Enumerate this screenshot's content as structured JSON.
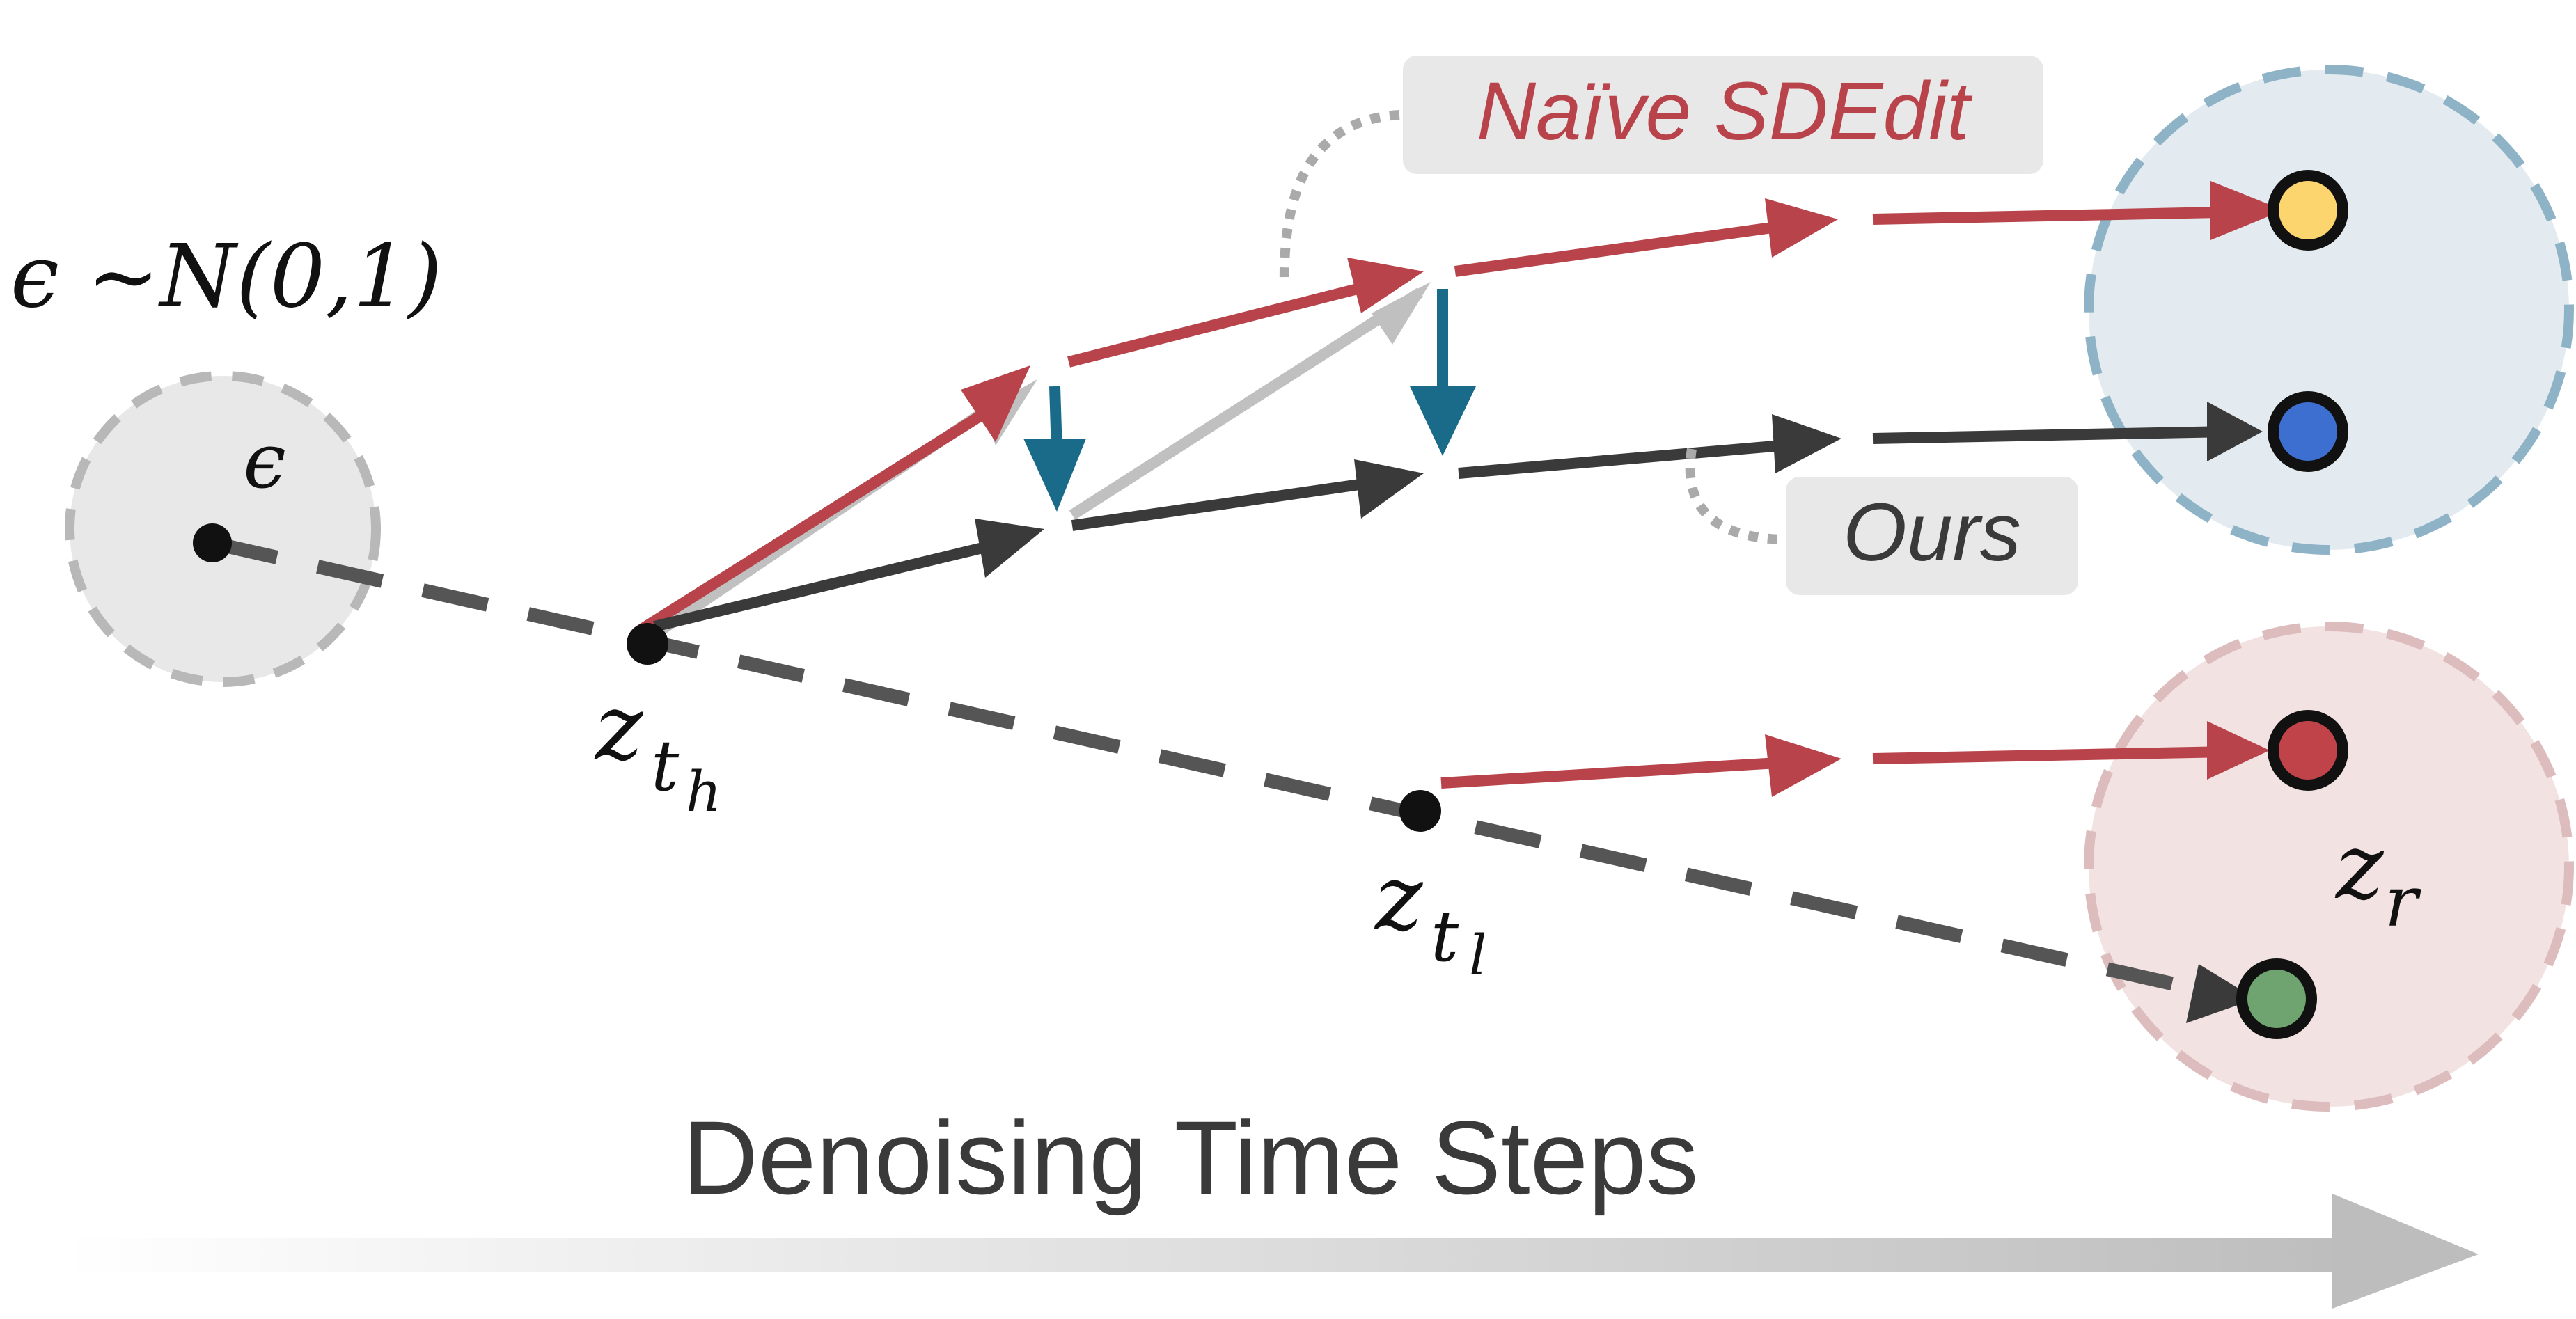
{
  "labels": {
    "noise_distribution": "ϵ ∼N(0,1)",
    "epsilon": "ϵ",
    "z_th_base": "z",
    "z_th_sub": "t",
    "z_th_subsub": "h",
    "z_tl_base": "z",
    "z_tl_sub": "t",
    "z_tl_subsub": "l",
    "z_r_base": "z",
    "z_r_sub": "r",
    "naive_sdedit": "Naïve SDEdit",
    "ours": "Ours",
    "axis_title": "Denoising Time Steps"
  },
  "colors": {
    "red_path": "#b8434a",
    "dark_path": "#3a3a3a",
    "gray_path": "#c0c0c0",
    "blue_correction": "#1a6a8a",
    "dashed_trajectory": "#555555",
    "noise_circle_fill": "#e8e8e8",
    "noise_circle_stroke": "#b8b8b8",
    "blue_region_fill": "#e3ebf0",
    "blue_region_stroke": "#8fb3c6",
    "red_region_fill": "#f3e2e2",
    "red_region_stroke": "#dcbcbc",
    "yellow_point": "#fdd56f",
    "blue_point": "#3d6fd0",
    "red_point": "#c0434a",
    "green_point": "#6fa36f",
    "callout_box": "#e8e8e8",
    "naive_text": "#b8434a",
    "ours_text": "#3a3a3a",
    "axis_text": "#3a3a3a",
    "axis_arrow": "#bdbdbd"
  }
}
